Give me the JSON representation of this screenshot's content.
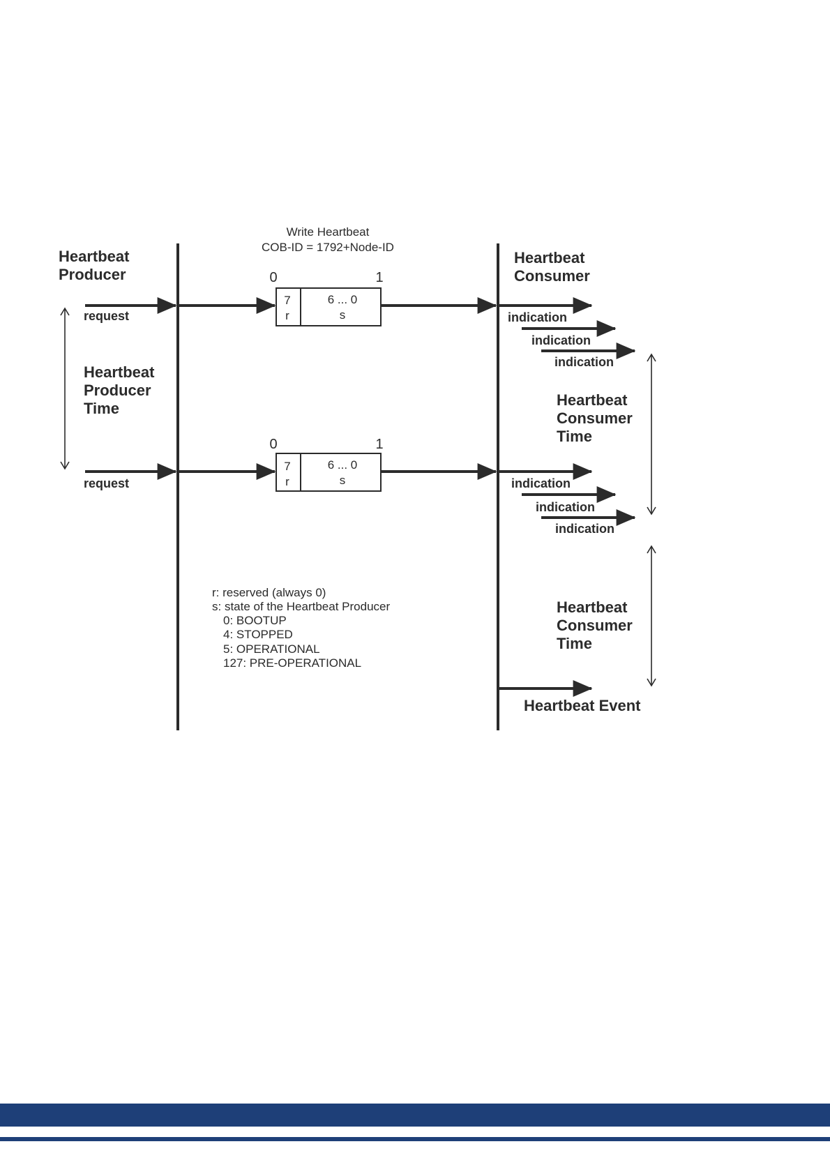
{
  "colors": {
    "ink": "#2b2b2b",
    "brand": "#1e3f78"
  },
  "header": {
    "line1": "Write Heartbeat",
    "line2": "COB-ID = 1792+Node-ID"
  },
  "producer": {
    "title_line1": "Heartbeat",
    "title_line2": "Producer",
    "time_line1": "Heartbeat",
    "time_line2": "Producer",
    "time_line3": "Time",
    "request_label": "request"
  },
  "consumer": {
    "title_line1": "Heartbeat",
    "title_line2": "Consumer",
    "time_line1": "Heartbeat",
    "time_line2": "Consumer",
    "time_line3": "Time",
    "indication_label": "indication",
    "event_label": "Heartbeat Event"
  },
  "frame": {
    "byte_start": "0",
    "byte_end": "1",
    "bit7": "7",
    "bits_low": "6 ... 0",
    "r": "r",
    "s": "s"
  },
  "legend": {
    "line1": "r: reserved (always 0)",
    "line2": "s: state of the Heartbeat Producer",
    "states": [
      "0: BOOTUP",
      "4: STOPPED",
      "5: OPERATIONAL",
      "127: PRE-OPERATIONAL"
    ]
  }
}
